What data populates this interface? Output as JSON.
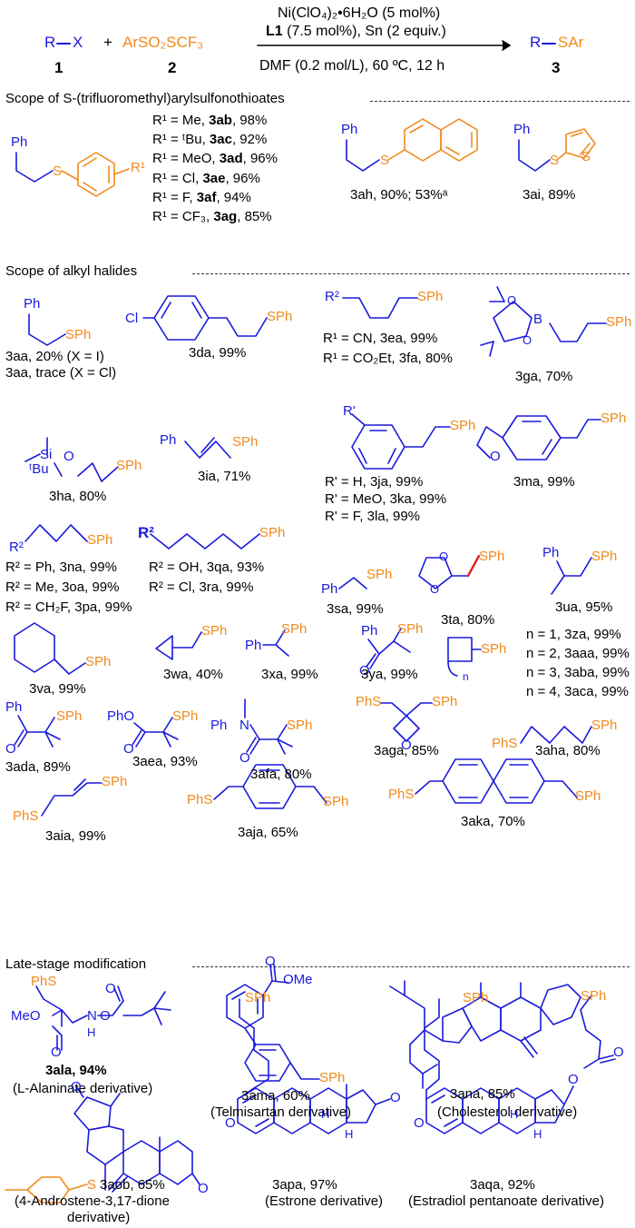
{
  "header": {
    "reactant1": "R",
    "reactant1_x": "X",
    "plus": "+",
    "reactant2": "ArSO₂SCF₃",
    "product_r": "R",
    "product_sar": "SAr",
    "num1": "1",
    "num2": "2",
    "num3": "3",
    "cond1": "Ni(ClO₄)₂•6H₂O (5 mol%)",
    "cond2_bold": "L1",
    "cond2": " (7.5 mol%), Sn (2 equiv.)",
    "cond3": "DMF (0.2 mol/L), 60 ºC, 12 h"
  },
  "sections": {
    "s1": "Scope of S-(trifluoromethyl)arylsulfonothioates",
    "s2": "Scope of alkyl halides",
    "s3": "Late-stage modification"
  },
  "aryl_scope": [
    {
      "sub": "R¹ = Me, ",
      "code": "3ab",
      "yield": ", 98%"
    },
    {
      "sub": "R¹ = ᵗBu, ",
      "code": "3ac",
      "yield": ", 92%"
    },
    {
      "sub": "R¹ = MeO, ",
      "code": "3ad",
      "yield": ", 96%"
    },
    {
      "sub": "R¹ = Cl, ",
      "code": "3ae",
      "yield": ", 96%"
    },
    {
      "sub": "R¹ = F, ",
      "code": "3af",
      "yield": ", 94%"
    },
    {
      "sub": "R¹ = CF₃, ",
      "code": "3ag",
      "yield": ", 85%"
    }
  ],
  "labels": {
    "ah": "3ah, 90%; 53%ᵃ",
    "ai": "3ai, 89%",
    "aa1": "3aa, 20% (X = I)",
    "aa2": "3aa, trace (X = Cl)",
    "da": "3da, 99%",
    "ea": "R¹ = CN, 3ea, 99%",
    "fa": "R¹ = CO₂Et, 3fa, 80%",
    "ga": "3ga, 70%",
    "ha": "3ha, 80%",
    "ia": "3ia, 71%",
    "ja": "R' = H, 3ja, 99%",
    "ka": "R' = MeO, 3ka, 99%",
    "la": "R' = F, 3la, 99%",
    "ma": "3ma, 99%",
    "na": "R² = Ph, 3na, 99%",
    "oa": "R² = Me, 3oa, 99%",
    "pa": "R² = CH₂F, 3pa, 99%",
    "qa": "R² = OH, 3qa, 93%",
    "ra": "R² = Cl, 3ra, 99%",
    "sa": "3sa, 99%",
    "ta": "3ta, 80%",
    "ua": "3ua, 95%",
    "va": "3va, 99%",
    "wa": "3wa, 40%",
    "xa": "3xa, 99%",
    "ya": "3ya, 99%",
    "za": "n = 1, 3za, 99%",
    "aaa": "n = 2, 3aaa, 99%",
    "aba": "n = 3, 3aba, 99%",
    "aca": "n = 4, 3aca, 99%",
    "ada": "3ada, 89%",
    "aea": "3aea, 93%",
    "afa": "3afa, 80%",
    "aga": "3aga, 85%",
    "aha": "3aha, 80%",
    "aia": "3aia, 99%",
    "aja": "3aja, 65%",
    "aka": "3aka, 70%",
    "ala": "3ala, 94%",
    "ala_d": "(L-Alaninate derivative)",
    "ama": "3ama, 60%",
    "ama_d": "(Telmisartan derivative)",
    "ana": "3ana, 85%",
    "ana_d": "(Cholesterol derivative)",
    "aob": "3aob, 65%",
    "aob_d1": "(4-Androstene-3,17-dione",
    "aob_d2": "derivative)",
    "apa": "3apa, 97%",
    "apa_d": "(Estrone derivative)",
    "aqa": "3aqa, 92%",
    "aqa_d": "(Estradiol pentanoate derivative)"
  },
  "atoms": {
    "Ph": "Ph",
    "S": "S",
    "SPh": "SPh",
    "PhS": "PhS",
    "Cl": "Cl",
    "O": "O",
    "B": "B",
    "Si": "Si",
    "tBu": "ᵗBu",
    "R1": "R¹",
    "R2": "R²",
    "Rp": "R'",
    "PhO": "PhO",
    "N": "N",
    "NH": "N\nH",
    "MeO": "MeO",
    "OMe": "OMe",
    "H": "H",
    "n": "n"
  },
  "colors": {
    "scaffold": "#1a1adc",
    "aryl": "#f08a1c",
    "bond_highlight": "#e02020"
  }
}
